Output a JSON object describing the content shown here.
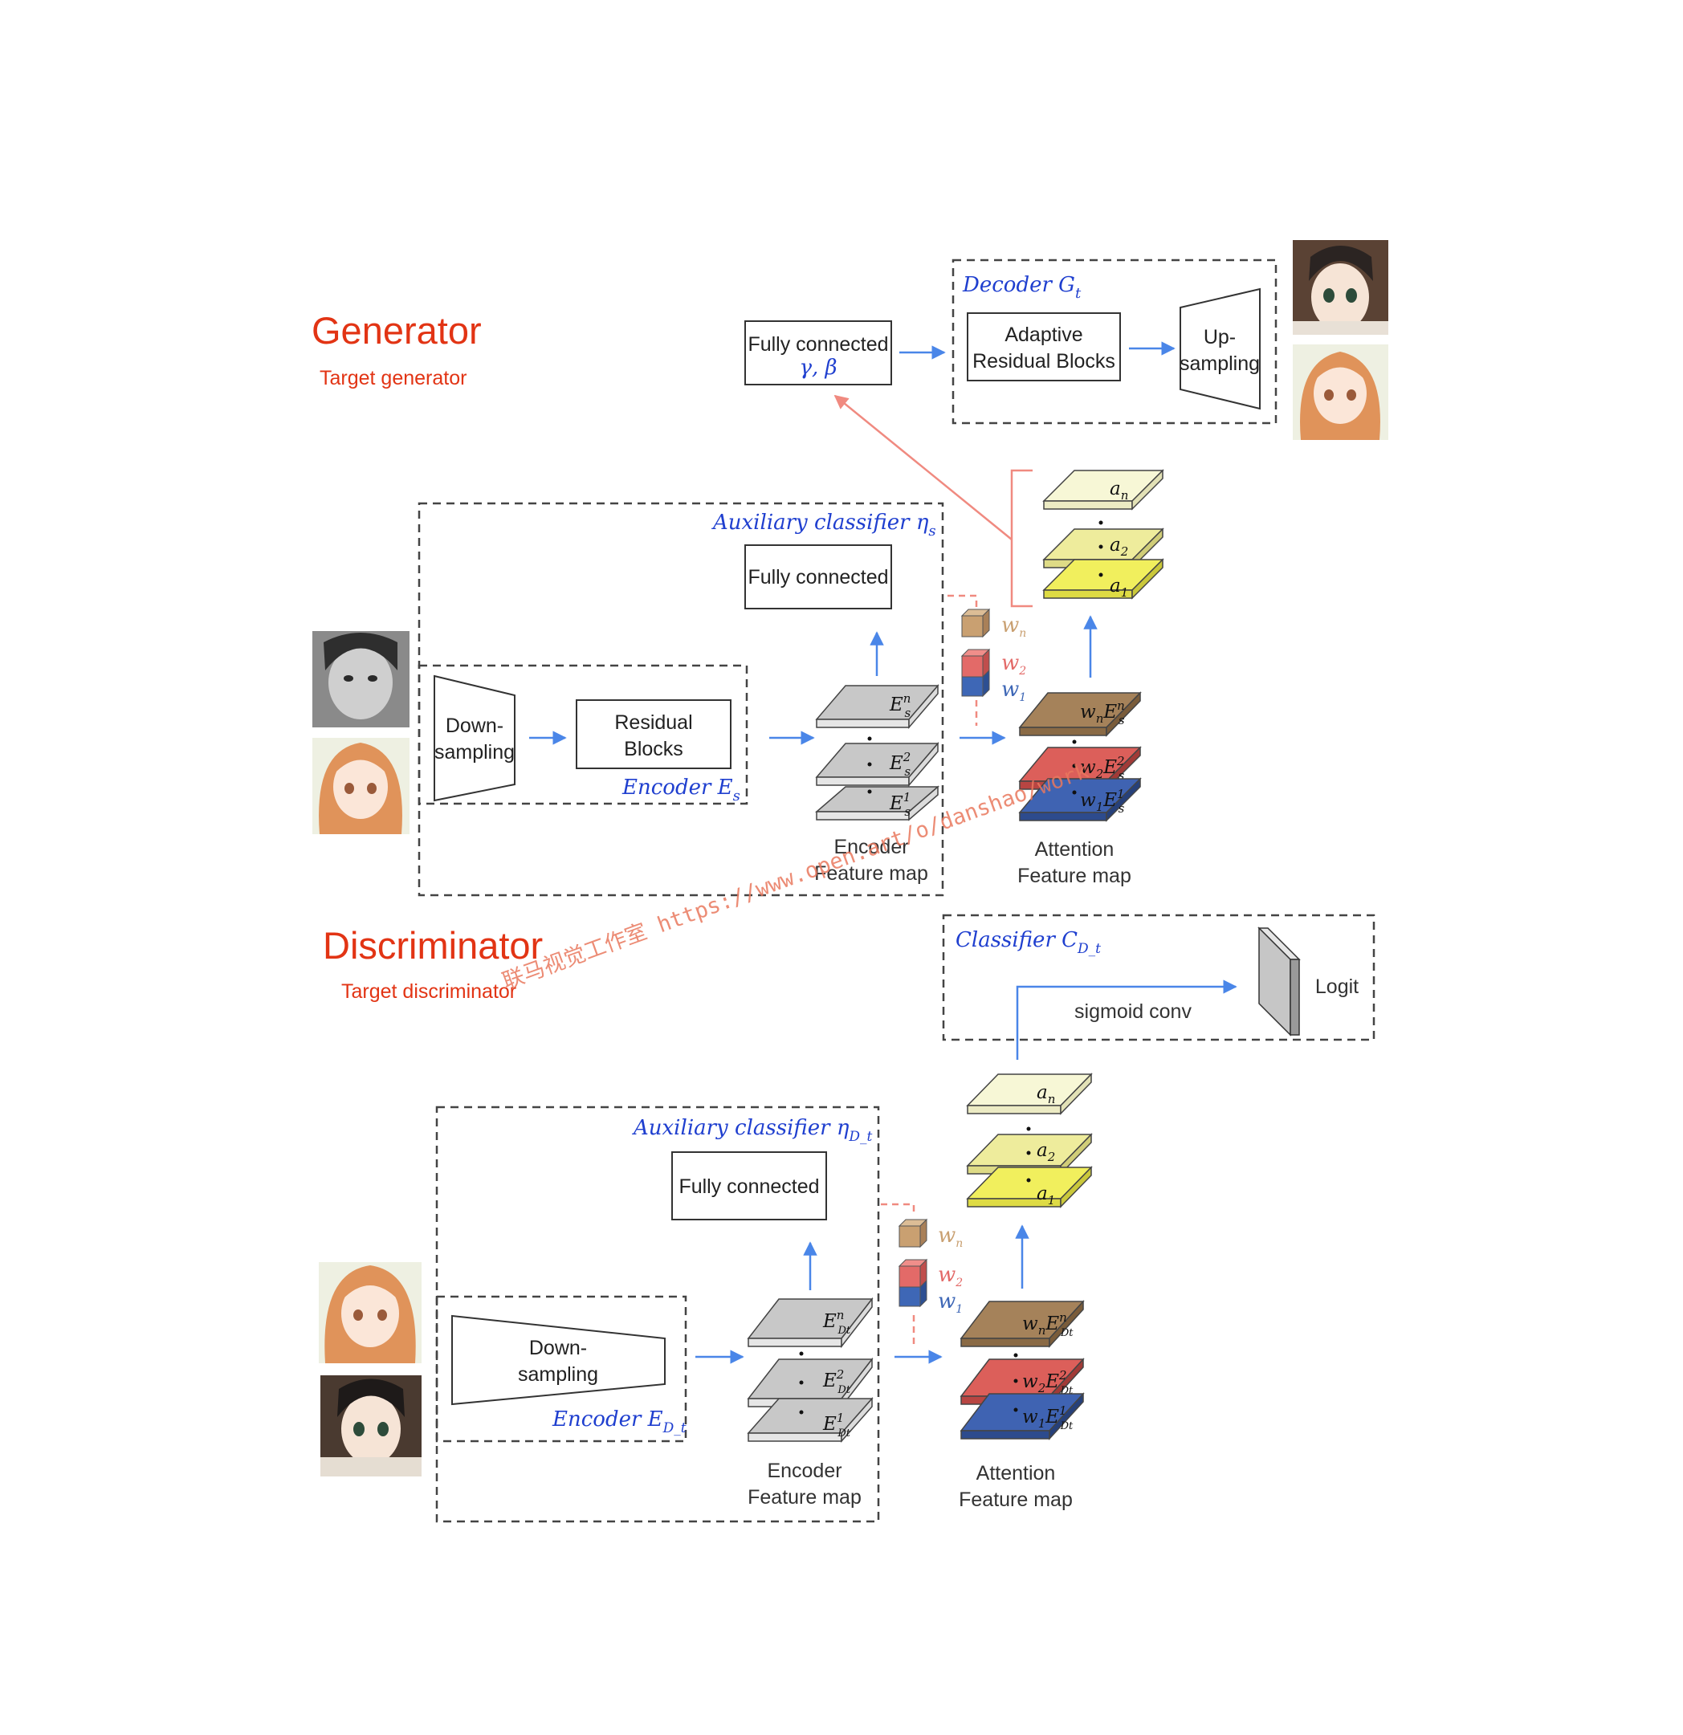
{
  "generator": {
    "title": "Generator",
    "subtitle": "Target generator",
    "fc_gamma_beta": {
      "label": "Fully connected",
      "math": "γ, β"
    },
    "decoder": {
      "title": "Decoder G",
      "title_sub": "t",
      "adaptive_line1": "Adaptive",
      "adaptive_line2": "Residual Blocks",
      "upsampling_line1": "Up-",
      "upsampling_line2": "sampling"
    },
    "aux_classifier": {
      "title": "Auxiliary classifier η",
      "title_sub": "s",
      "fc_label": "Fully connected"
    },
    "encoder": {
      "title": "Encoder E",
      "title_sub": "s",
      "downsampling_line1": "Down-",
      "downsampling_line2": "sampling",
      "residual_line1": "Residual",
      "residual_line2": "Blocks"
    },
    "encoder_feature_map": {
      "label_line1": "Encoder",
      "label_line2": "Feature map",
      "layers": [
        "E_s^n",
        "E_s^2",
        "E_s^1"
      ]
    },
    "weights": [
      "w_n",
      "w_2",
      "w_1"
    ],
    "attention_feature_map": {
      "label_line1": "Attention",
      "label_line2": "Feature map",
      "layers": [
        "w_n E_s^n",
        "w_2 E_s^2",
        "w_1 E_s^1"
      ]
    },
    "attention_maps": [
      "a_n",
      "a_2",
      "a_1"
    ]
  },
  "discriminator": {
    "title": "Discriminator",
    "subtitle": "Target discriminator",
    "classifier": {
      "title": "Classifier C",
      "title_sub": "D_t",
      "conv_label": "sigmoid conv",
      "logit_label": "Logit"
    },
    "aux_classifier": {
      "title": "Auxiliary classifier η",
      "title_sub": "D_t",
      "fc_label": "Fully connected"
    },
    "encoder": {
      "title": "Encoder E",
      "title_sub": "D_t",
      "downsampling_line1": "Down-",
      "downsampling_line2": "sampling"
    },
    "encoder_feature_map": {
      "label_line1": "Encoder",
      "label_line2": "Feature map",
      "layers": [
        "E_Dt^n",
        "E_Dt^2",
        "E_Dt^1"
      ]
    },
    "weights": [
      "w_n",
      "w_2",
      "w_1"
    ],
    "attention_feature_map": {
      "label_line1": "Attention",
      "label_line2": "Feature map",
      "layers": [
        "w_n E_Dt^n",
        "w_2 E_Dt^2",
        "w_1 E_Dt^1"
      ]
    },
    "attention_maps": [
      "a_n",
      "a_2",
      "a_1"
    ]
  },
  "watermark": "联马视觉工作室 https://www.open.art/o/danshao/work",
  "colors": {
    "title_red": "#e23414",
    "math_blue": "#1f3fcf",
    "arrow_blue": "#4a86e8",
    "arrow_red": "#f08a80",
    "layer_gray": "#c8c8c8",
    "layer_brown": "#a5825a",
    "layer_red": "#dc5f5a",
    "layer_blue": "#3f63b2",
    "attn_pale": "#f7f7d6",
    "attn_mid": "#eeec9c",
    "attn_yellow": "#f1ef5d",
    "weight_tan": "#c9a071",
    "weight_pink": "#e36a68",
    "weight_blue": "#3e67b6"
  }
}
